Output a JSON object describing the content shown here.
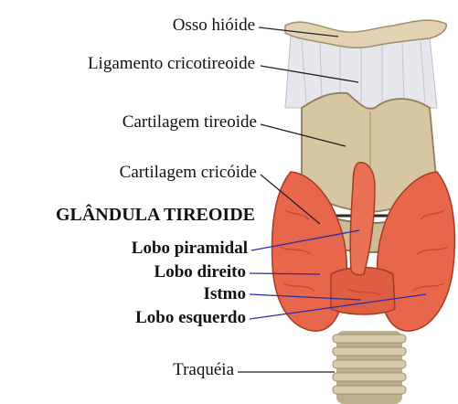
{
  "labels": {
    "hyoid": "Osso hióide",
    "cricothyroid_ligament": "Ligamento cricotireoide",
    "thyroid_cartilage": "Cartilagem tireoide",
    "cricoid_cartilage": "Cartilagem cricóide",
    "gland_heading": "GLÂNDULA TIREOIDE",
    "pyramidal_lobe": "Lobo piramidal",
    "right_lobe": "Lobo direito",
    "isthmus": "Istmo",
    "left_lobe": "Lobo esquerdo",
    "trachea": "Traquéia"
  },
  "colors": {
    "gland": "#e8674a",
    "gland_shadow": "#c84a30",
    "cartilage": "#d9c9a6",
    "cartilage_shadow": "#b8a47e",
    "ligament": "#e4e4ea",
    "trachea": "#cdbfa0",
    "leader_black": "#222222",
    "leader_blue": "#2a2aa8"
  }
}
